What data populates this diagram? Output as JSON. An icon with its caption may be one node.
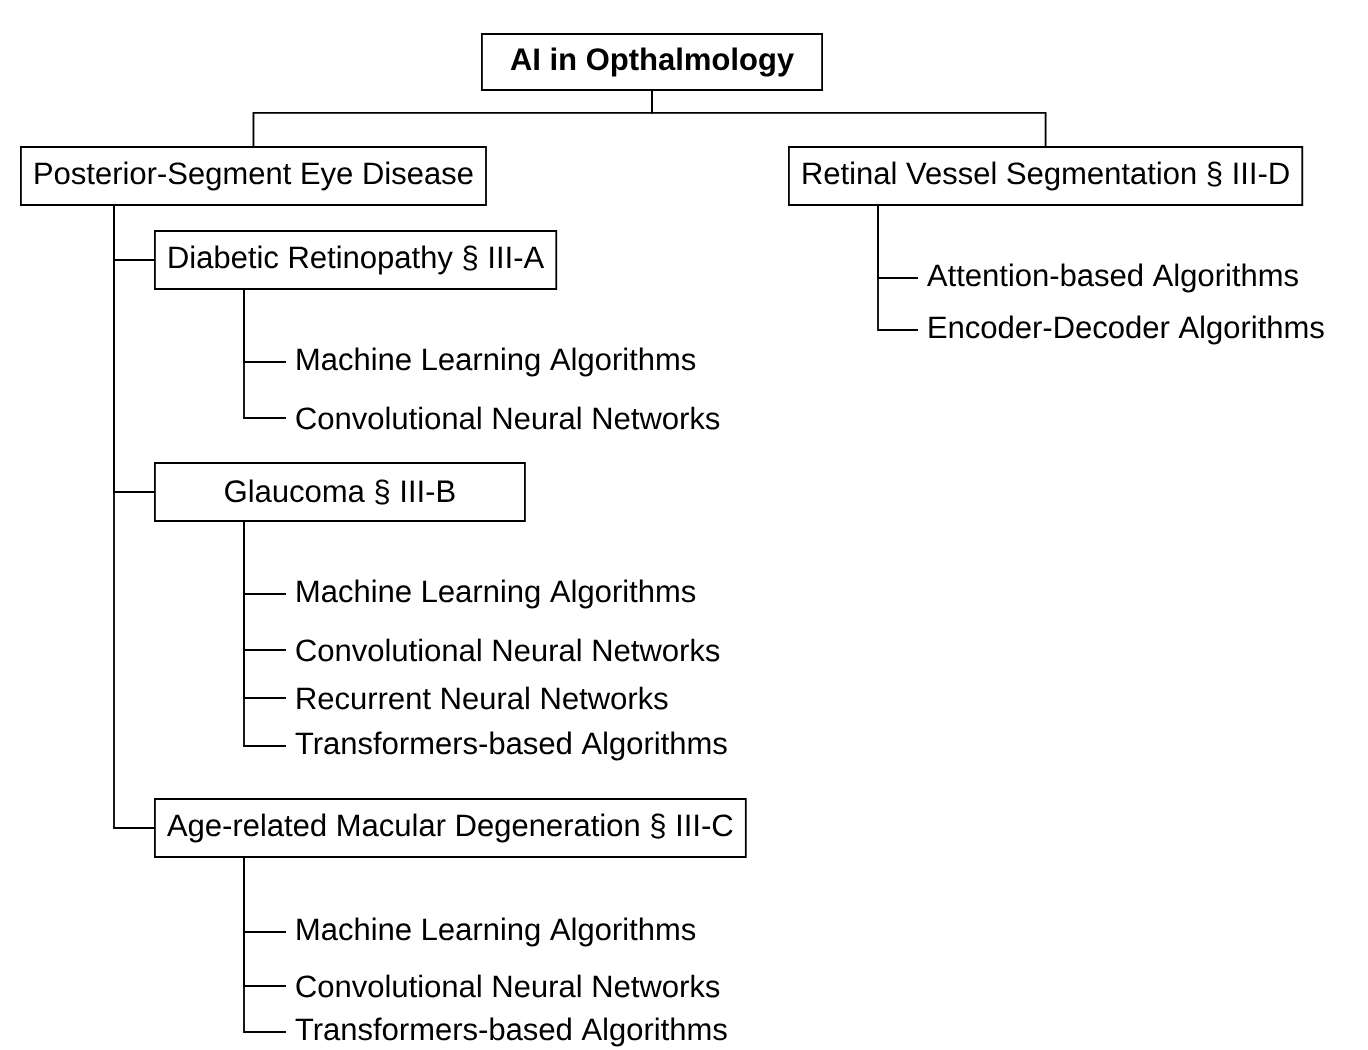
{
  "diagram": {
    "nodes": [
      {
        "text": [
          "AI in Opthalmology"
        ]
      },
      {
        "text": [
          "Posterior-Segment Eye Disease"
        ]
      },
      {
        "text": [
          "Diabetic Retinopathy § III-A"
        ]
      },
      {
        "text": [
          "Machine Learning Algorithms"
        ]
      },
      {
        "text": [
          "Convolutional Neural Networks"
        ]
      },
      {
        "text": [
          "Glaucoma § III-B"
        ]
      },
      {
        "text": [
          "Machine Learning Algorithms"
        ]
      },
      {
        "text": [
          "Convolutional Neural Networks"
        ]
      },
      {
        "text": [
          "Recurrent Neural Networks"
        ]
      },
      {
        "text": [
          "Transformers-based Algorithms"
        ]
      },
      {
        "text": [
          "Age-related Macular Degeneration § III-C"
        ]
      },
      {
        "text": [
          "Machine Learning Algorithms"
        ]
      },
      {
        "text": [
          "Convolutional Neural Networks"
        ]
      },
      {
        "text": [
          "Transformers-based Algorithms"
        ]
      },
      {
        "text": [
          "Retinal Vessel Segmentation § III-D"
        ]
      },
      {
        "text": [
          "Attention-based Algorithms"
        ]
      },
      {
        "text": [
          "Encoder-Decoder Algorithms"
        ]
      }
    ],
    "edges": [
      {
        "from": 0,
        "to": 1,
        "arrow": "none"
      },
      {
        "from": 0,
        "to": 14,
        "arrow": "none"
      },
      {
        "from": 1,
        "to": 2,
        "arrow": "none"
      },
      {
        "from": 1,
        "to": 5,
        "arrow": "none"
      },
      {
        "from": 1,
        "to": 10,
        "arrow": "none"
      },
      {
        "from": 2,
        "to": 3,
        "arrow": "none"
      },
      {
        "from": 2,
        "to": 4,
        "arrow": "none"
      },
      {
        "from": 5,
        "to": 6,
        "arrow": "none"
      },
      {
        "from": 5,
        "to": 7,
        "arrow": "none"
      },
      {
        "from": 5,
        "to": 8,
        "arrow": "none"
      },
      {
        "from": 5,
        "to": 9,
        "arrow": "none"
      },
      {
        "from": 10,
        "to": 11,
        "arrow": "none"
      },
      {
        "from": 10,
        "to": 12,
        "arrow": "none"
      },
      {
        "from": 10,
        "to": 13,
        "arrow": "none"
      },
      {
        "from": 14,
        "to": 15,
        "arrow": "none"
      },
      {
        "from": 14,
        "to": 16,
        "arrow": "none"
      }
    ]
  }
}
